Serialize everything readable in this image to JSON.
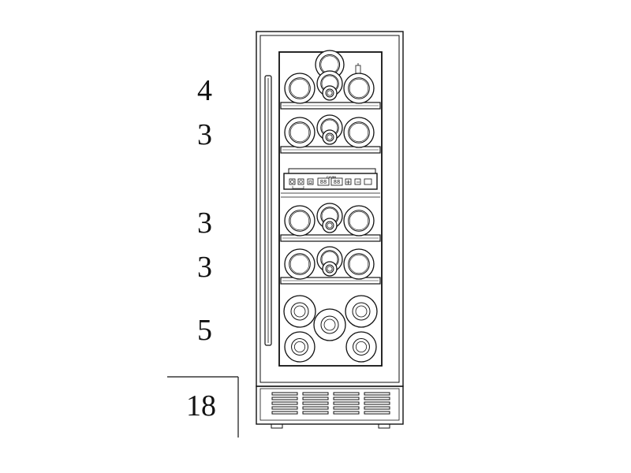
{
  "shelf_counts": [
    "4",
    "3",
    "3",
    "3",
    "5"
  ],
  "total": "18",
  "panel": {
    "brand": "CAVIN",
    "display_left": "88",
    "display_right": "88"
  },
  "colors": {
    "line": "#111111",
    "background": "#ffffff"
  }
}
